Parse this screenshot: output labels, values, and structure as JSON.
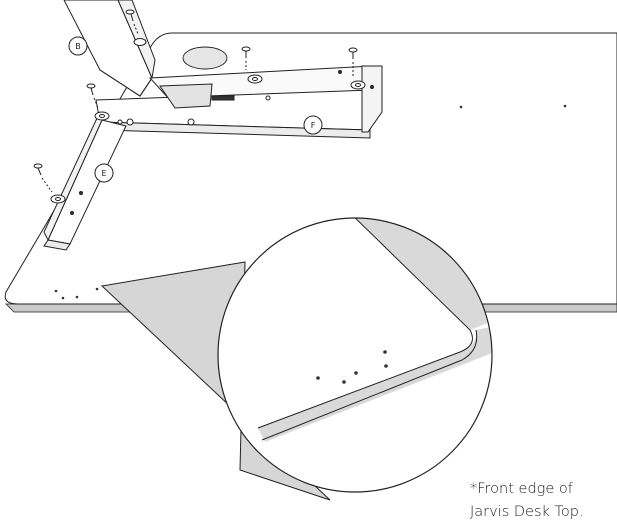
{
  "parts": {
    "b": "B",
    "e": "E",
    "f": "F"
  },
  "caption": {
    "line1": "*Front edge of",
    "line2": "Jarvis Desk Top."
  },
  "colors": {
    "stroke": "#222222",
    "desktop_fill": "#ffffff",
    "desktop_edge": "#c9c9c9",
    "magnifier_cone": "#d6d6d6",
    "magnifier_shade": "#d9d9d9"
  },
  "icons": [
    "screw-icon",
    "callout-circle-icon",
    "magnifier-icon"
  ]
}
